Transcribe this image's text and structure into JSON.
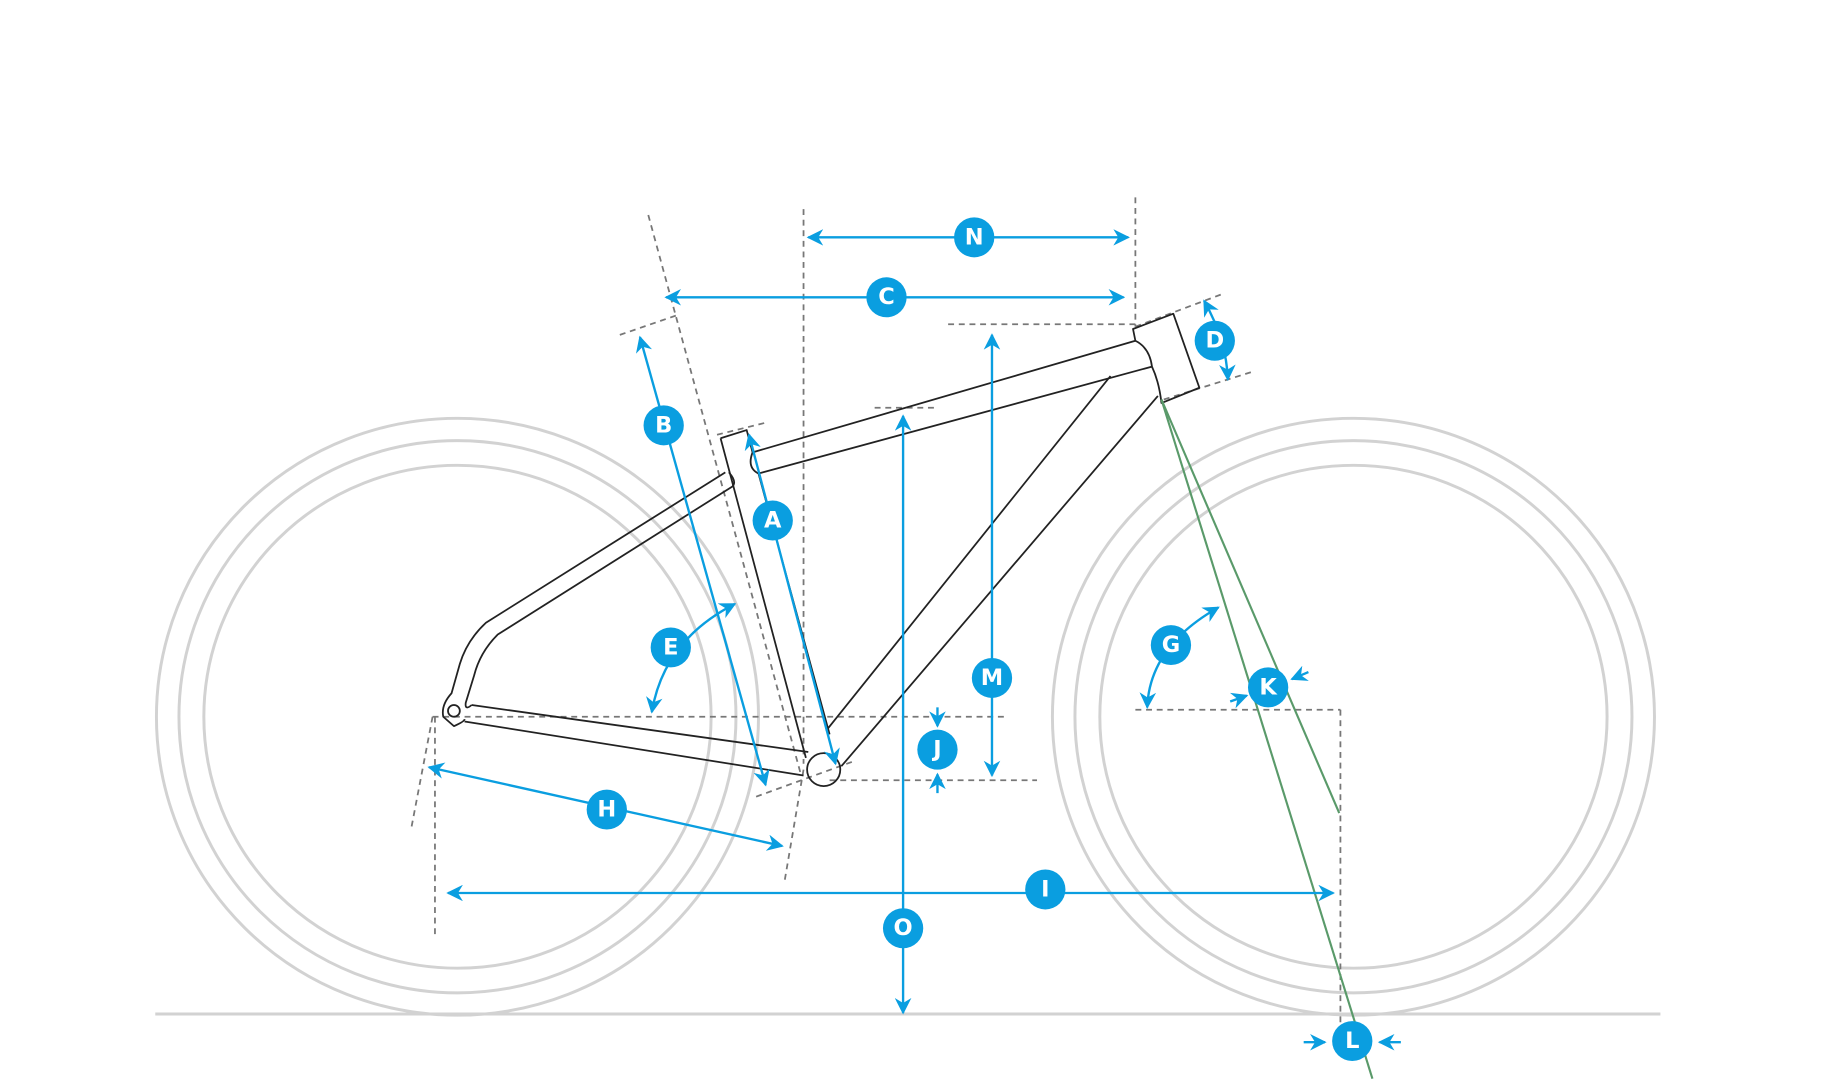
{
  "diagram": {
    "title_visible": false,
    "labels": {
      "A": "A",
      "B": "B",
      "C": "C",
      "D": "D",
      "E": "E",
      "G": "G",
      "H": "H",
      "I": "I",
      "J": "J",
      "K": "K",
      "L": "L",
      "M": "M",
      "N": "N",
      "O": "O"
    },
    "colors": {
      "dimension": "#0a9ee0",
      "frame": "#222222",
      "fork": "#5a9a6a",
      "wheel": "#d2d2d2",
      "guide": "#777777"
    }
  }
}
